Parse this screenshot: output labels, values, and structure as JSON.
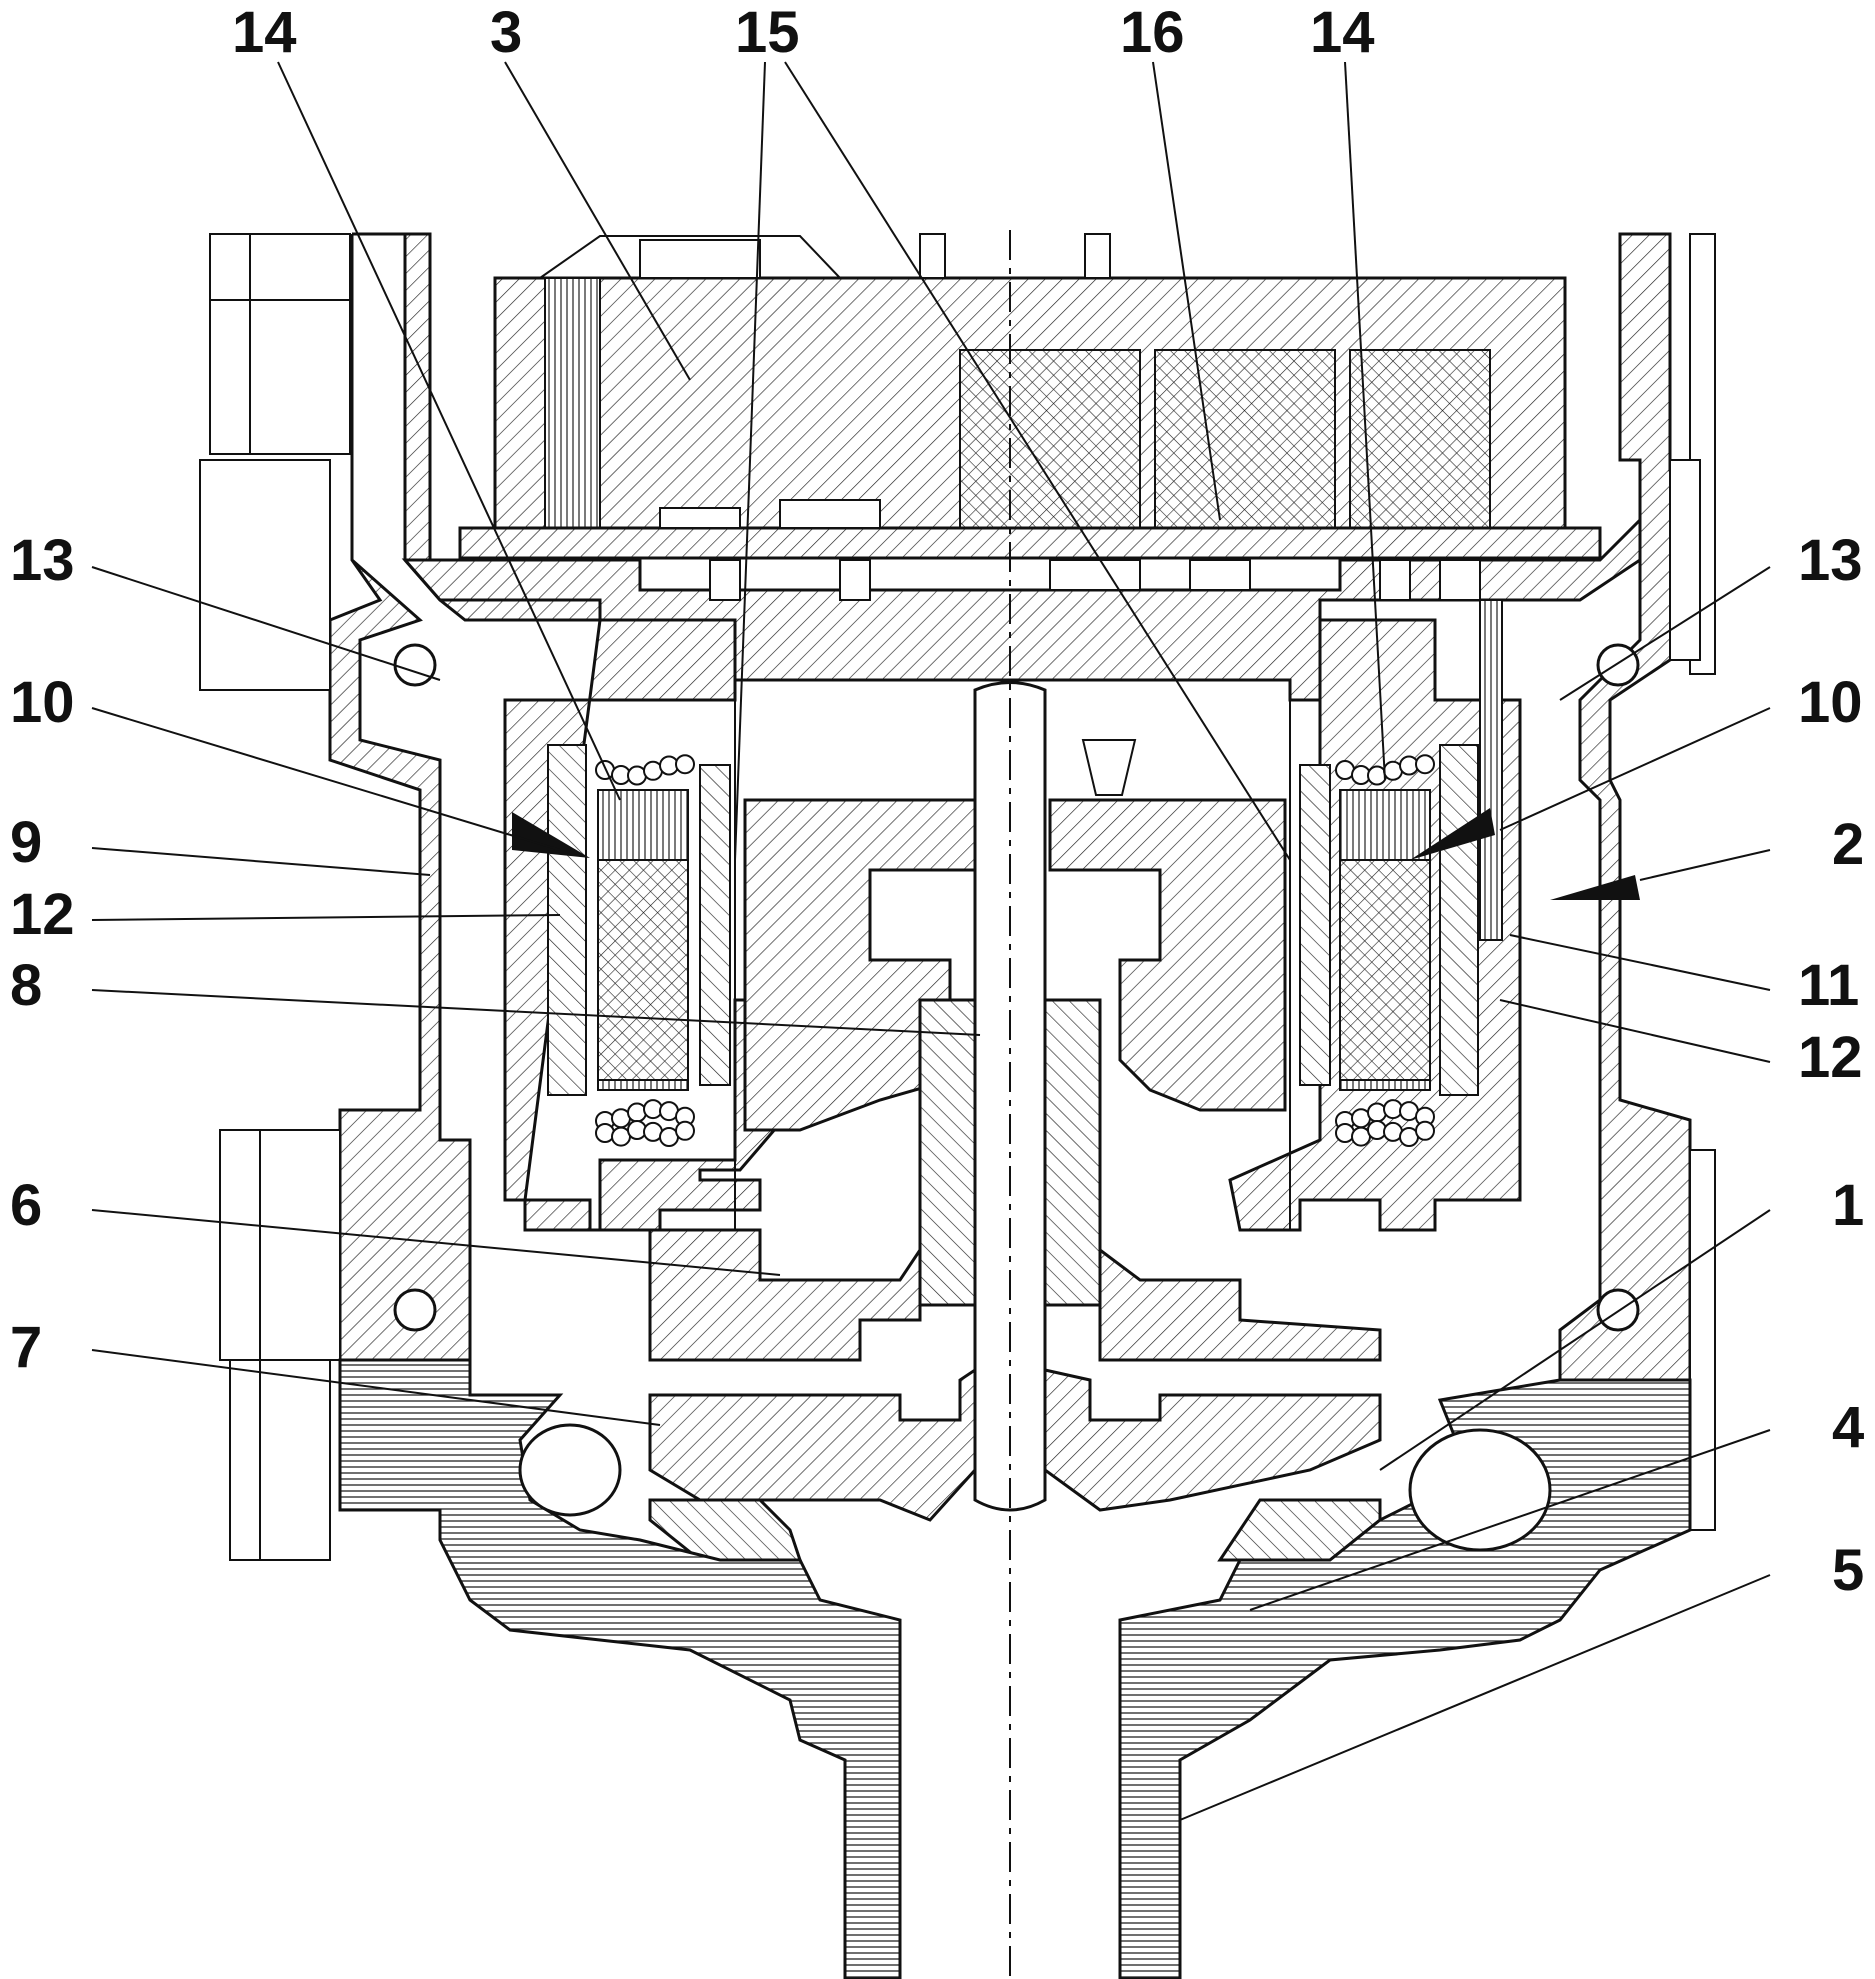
{
  "reference_labels": {
    "top_left_14": "14",
    "top_3": "3",
    "top_15": "15",
    "top_16": "16",
    "top_right_14": "14",
    "left_13": "13",
    "left_10": "10",
    "left_9": "9",
    "left_12": "12",
    "left_8": "8",
    "left_6": "6",
    "left_7": "7",
    "right_13": "13",
    "right_10": "10",
    "right_2": "2",
    "right_11": "11",
    "right_12": "12",
    "right_1": "1",
    "right_4": "4",
    "right_5": "5"
  },
  "colors": {
    "ink": "#111111",
    "paper": "#ffffff"
  }
}
